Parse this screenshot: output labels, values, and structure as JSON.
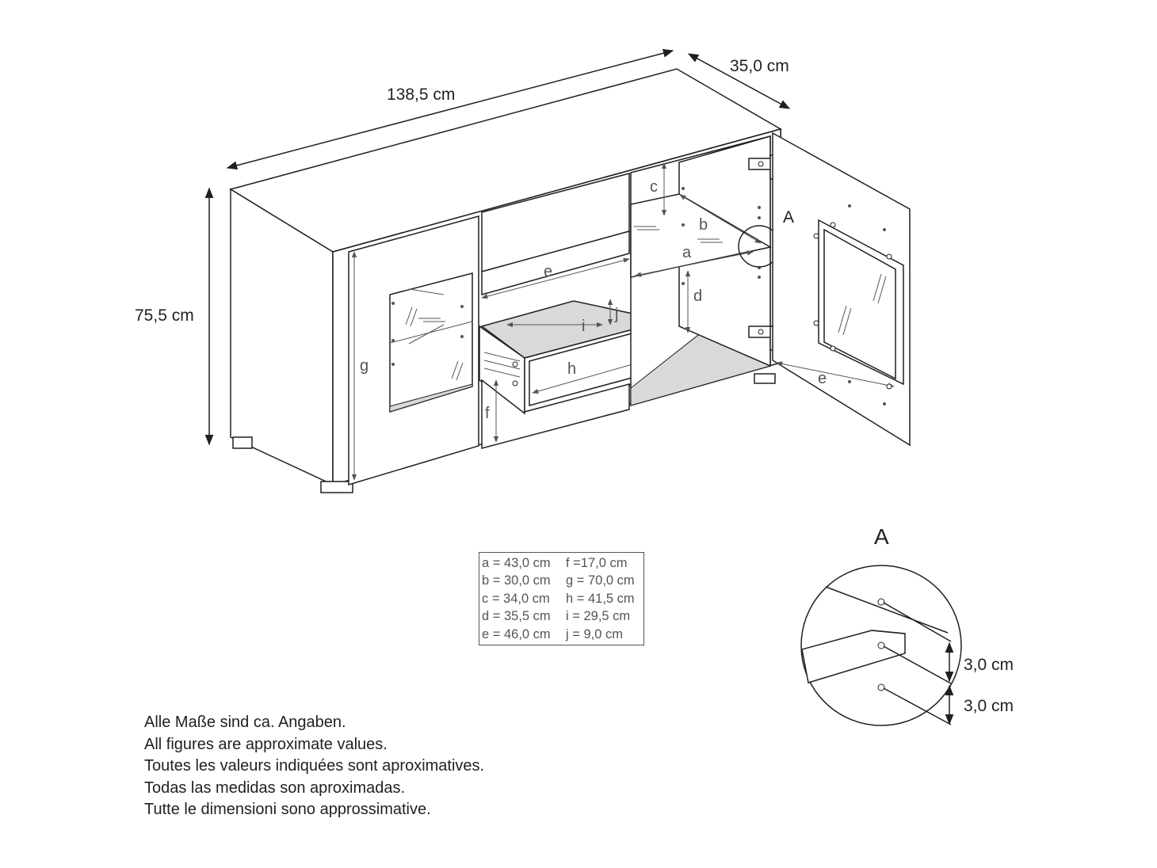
{
  "dimensions": {
    "width": "138,5 cm",
    "depth": "35,0 cm",
    "height": "75,5 cm"
  },
  "labels": {
    "a": "a",
    "b": "b",
    "c": "c",
    "d": "d",
    "e": "e",
    "e2": "e",
    "f": "f",
    "g": "g",
    "h": "h",
    "i": "i",
    "j": "j",
    "detail_marker": "A"
  },
  "legend": {
    "rows": [
      {
        "left": "a = 43,0 cm",
        "right": "f =17,0 cm"
      },
      {
        "left": "b = 30,0 cm",
        "right": "g = 70,0 cm"
      },
      {
        "left": "c = 34,0 cm",
        "right": "h = 41,5 cm"
      },
      {
        "left": "d = 35,5 cm",
        "right": "i  = 29,5 cm"
      },
      {
        "left": "e = 46,0 cm",
        "right": "j  =   9,0 cm"
      }
    ]
  },
  "detail": {
    "title": "A",
    "spacing_top": "3,0 cm",
    "spacing_bottom": "3,0 cm"
  },
  "notes": [
    "Alle Maße sind ca. Angaben.",
    "All figures are approximate values.",
    "Toutes les valeurs indiquées sont aproximatives.",
    "Todas las medidas son aproximadas.",
    "Tutte le dimensioni sono approssimative."
  ]
}
